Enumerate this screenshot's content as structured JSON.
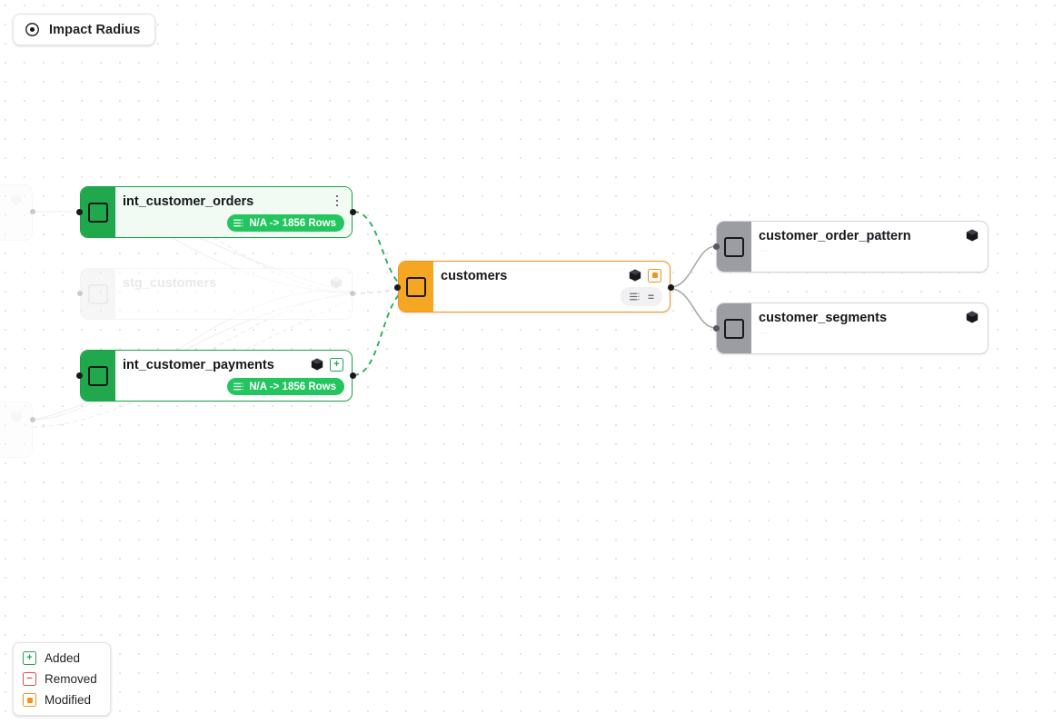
{
  "toolbar": {
    "impact_radius_label": "Impact Radius",
    "radius_icon": "target-dot-icon"
  },
  "legend": {
    "items": [
      {
        "label": "Added",
        "icon": "plus-square-icon",
        "color": "#22a357"
      },
      {
        "label": "Removed",
        "icon": "minus-square-icon",
        "color": "#e5484d"
      },
      {
        "label": "Modified",
        "icon": "dot-square-icon",
        "color": "#f0921d"
      }
    ]
  },
  "graph": {
    "nodes": [
      {
        "id": "int_customer_orders",
        "title": "int_customer_orders",
        "state": "added",
        "rows_badge": "N/A -> 1856 Rows",
        "menu_icon": "kebab-menu-icon"
      },
      {
        "id": "stg_customers",
        "title": "stg_customers",
        "state": "faded",
        "cube_icon": "cube-icon"
      },
      {
        "id": "int_customer_payments",
        "title": "int_customer_payments",
        "state": "added",
        "rows_badge": "N/A -> 1856 Rows",
        "cube_icon": "cube-icon",
        "status_icon": "plus-square-icon"
      },
      {
        "id": "customers",
        "title": "customers",
        "state": "modified",
        "cube_icon": "cube-icon",
        "status_icon": "dot-square-icon",
        "meta_icon": "rows-list-icon",
        "meta_equals": "="
      },
      {
        "id": "customer_order_pattern",
        "title": "customer_order_pattern",
        "state": "unchanged",
        "cube_icon": "cube-icon"
      },
      {
        "id": "customer_segments",
        "title": "customer_segments",
        "state": "unchanged",
        "cube_icon": "cube-icon"
      }
    ]
  },
  "colors": {
    "added": "#22c55e",
    "added_border": "#1aa34a",
    "modified": "#f0921d",
    "removed": "#e5484d",
    "unchanged": "#9c9ca3",
    "canvas": "#ffffff"
  }
}
